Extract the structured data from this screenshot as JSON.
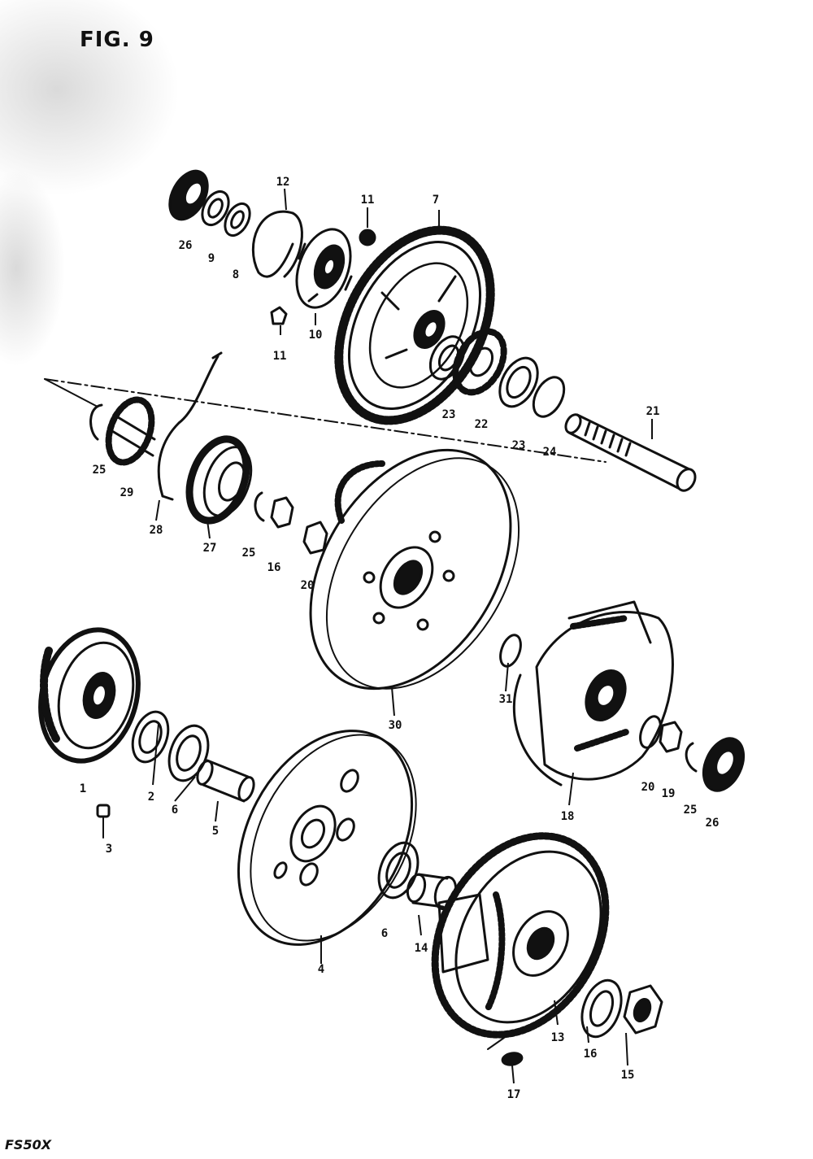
{
  "figure": {
    "title": "FIG. 9",
    "model": "FS50X"
  },
  "callouts": [
    {
      "id": "c26a",
      "label": "26"
    },
    {
      "id": "c9",
      "label": "9"
    },
    {
      "id": "c8",
      "label": "8"
    },
    {
      "id": "c12",
      "label": "12"
    },
    {
      "id": "c11a",
      "label": "11"
    },
    {
      "id": "c7",
      "label": "7"
    },
    {
      "id": "c11b",
      "label": "11"
    },
    {
      "id": "c10",
      "label": "10"
    },
    {
      "id": "c23a",
      "label": "23"
    },
    {
      "id": "c22",
      "label": "22"
    },
    {
      "id": "c23b",
      "label": "23"
    },
    {
      "id": "c24",
      "label": "24"
    },
    {
      "id": "c21",
      "label": "21"
    },
    {
      "id": "c25a",
      "label": "25"
    },
    {
      "id": "c29",
      "label": "29"
    },
    {
      "id": "c28",
      "label": "28"
    },
    {
      "id": "c27",
      "label": "27"
    },
    {
      "id": "c25b",
      "label": "25"
    },
    {
      "id": "c16a",
      "label": "16"
    },
    {
      "id": "c20a",
      "label": "20"
    },
    {
      "id": "c31",
      "label": "31"
    },
    {
      "id": "c30",
      "label": "30"
    },
    {
      "id": "c1",
      "label": "1"
    },
    {
      "id": "c2",
      "label": "2"
    },
    {
      "id": "c6a",
      "label": "6"
    },
    {
      "id": "c5",
      "label": "5"
    },
    {
      "id": "c3",
      "label": "3"
    },
    {
      "id": "c4",
      "label": "4"
    },
    {
      "id": "c6b",
      "label": "6"
    },
    {
      "id": "c14",
      "label": "14"
    },
    {
      "id": "c18",
      "label": "18"
    },
    {
      "id": "c20b",
      "label": "20"
    },
    {
      "id": "c19",
      "label": "19"
    },
    {
      "id": "c25c",
      "label": "25"
    },
    {
      "id": "c26b",
      "label": "26"
    },
    {
      "id": "c13",
      "label": "13"
    },
    {
      "id": "c16b",
      "label": "16"
    },
    {
      "id": "c15",
      "label": "15"
    },
    {
      "id": "c17",
      "label": "17"
    }
  ]
}
